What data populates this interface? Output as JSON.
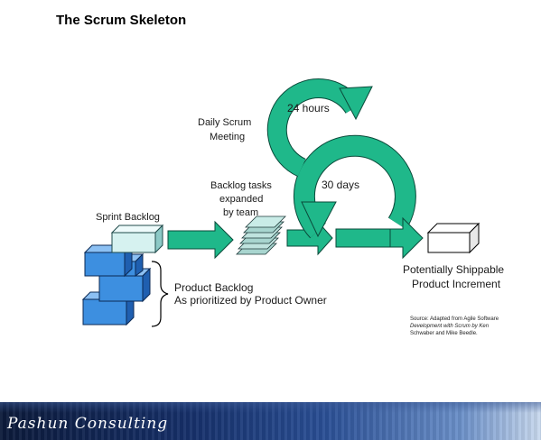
{
  "title": "The Scrum Skeleton",
  "labels": {
    "daily_scrum_line1": "Daily Scrum",
    "daily_scrum_line2": "Meeting",
    "hours_24": "24 hours",
    "days_30": "30 days",
    "backlog_tasks_line1": "Backlog tasks",
    "backlog_tasks_line2": "expanded",
    "backlog_tasks_line3": "by team",
    "sprint_backlog": "Sprint Backlog",
    "product_backlog_line1": "Product Backlog",
    "product_backlog_line2": "As prioritized by Product Owner",
    "increment_line1": "Potentially Shippable",
    "increment_line2": "Product Increment",
    "source_line1": "Source: Adapted from Agile Software",
    "source_line2": "Development with Scrum by Ken",
    "source_line3": "Schwaber and Mike Beedle."
  },
  "footer": {
    "brand": "Pashun Consulting"
  },
  "colors": {
    "arrow_fill": "#1fb88a",
    "arrow_stroke": "#0a4a3a",
    "cube_blue": "#3d8fe0",
    "cube_light": "#d6f2f0"
  }
}
